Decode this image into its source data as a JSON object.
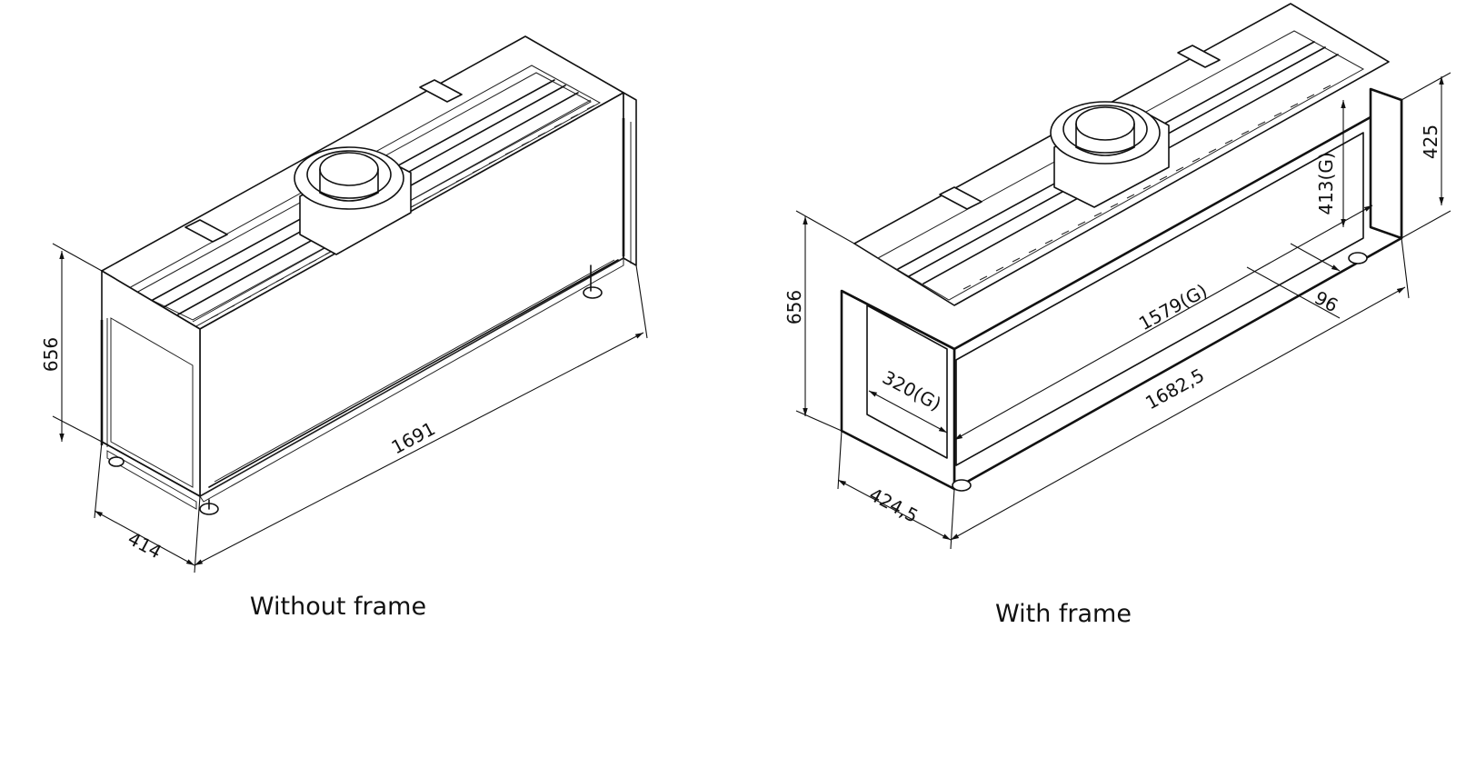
{
  "views": [
    {
      "caption": "Without frame",
      "dimensions": {
        "height": "656",
        "depth": "414",
        "width": "1691"
      }
    },
    {
      "caption": "With frame",
      "dimensions": {
        "height": "656",
        "depth": "424,5",
        "width": "1682,5",
        "glass_width": "1579(G)",
        "glass_depth": "320(G)",
        "glass_height": "413(G)",
        "frame_height": "425",
        "frame_offset": "96"
      }
    }
  ]
}
